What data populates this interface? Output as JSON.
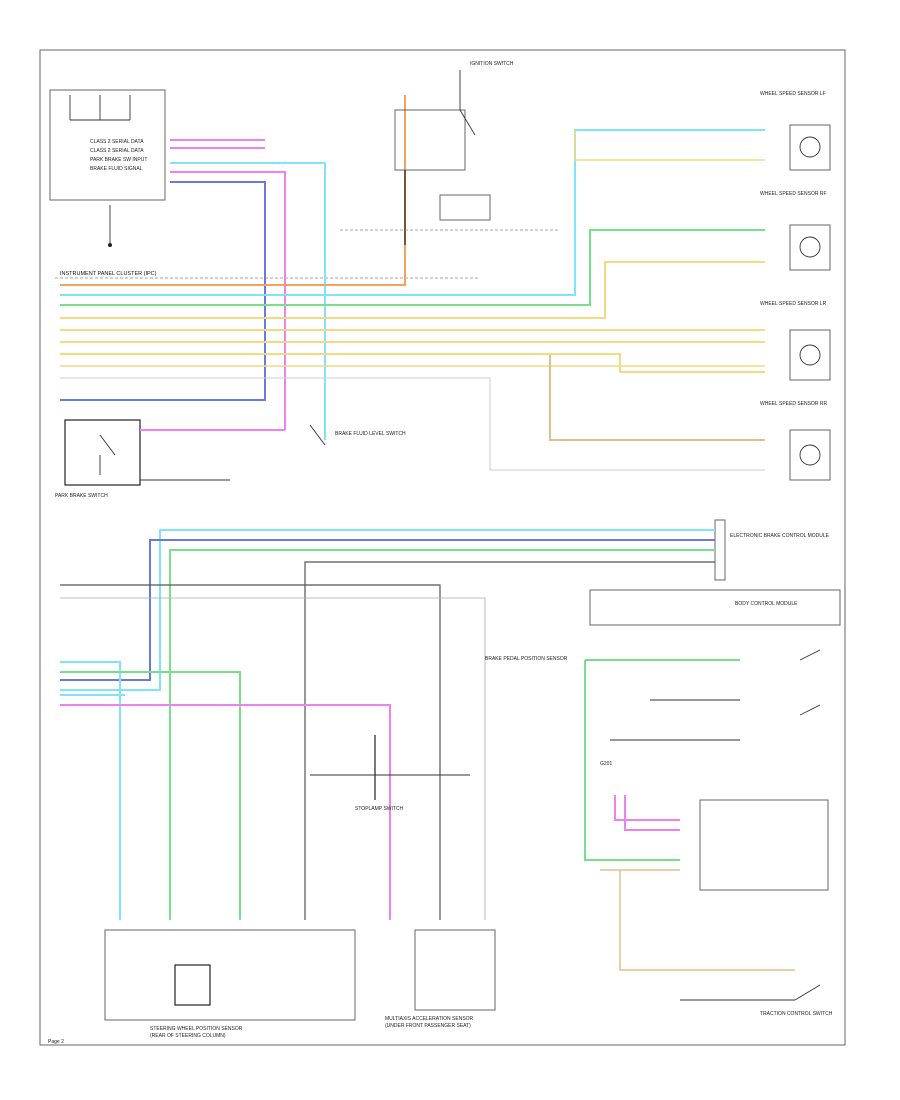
{
  "diagram": {
    "labels": {
      "cluster_header": "INSTRUMENT PANEL CLUSTER (IPC)",
      "class2_serial_hi": "CLASS 2 SERIAL DATA",
      "class2_serial_lo": "CLASS 2 SERIAL DATA",
      "park_brake_input": "PARK BRAKE SW INPUT",
      "brake_fluid_signal": "BRAKE FLUID SIGNAL",
      "park_brake_switch": "PARK BRAKE SWITCH",
      "brake_fluid_level": "BRAKE FLUID LEVEL SWITCH",
      "ws_lf": "WHEEL SPEED SENSOR LF",
      "ws_rf": "WHEEL SPEED SENSOR RF",
      "ws_lr": "WHEEL SPEED SENSOR LR",
      "ws_rr": "WHEEL SPEED SENSOR RR",
      "steering_wheel_sensor": "STEERING WHEEL POSITION SENSOR",
      "steering_wheel_sensor_sub": "(REAR OF STEERING COLUMN)",
      "yaw_sensor": "MULTIAXIS ACCELERATION SENSOR",
      "yaw_sensor_sub": "(UNDER FRONT PASSENGER SEAT)",
      "traction_switch": "TRACTION CONTROL SWITCH",
      "ebcm": "ELECTRONIC BRAKE CONTROL MODULE",
      "body_control": "BODY CONTROL MODULE",
      "stoplamp_switch": "STOPLAMP SWITCH",
      "brake_pedal_pos": "BRAKE PEDAL POSITION SENSOR",
      "ignition": "IGNITION SWITCH",
      "ground": "G201",
      "page_ref": "Page 2"
    },
    "wire_colors": {
      "orange": "#f7a25a",
      "cyan": "#7fe4f5",
      "green": "#78e08c",
      "yellow": "#f5d880",
      "tan": "#e0c08a",
      "pink": "#f080f0",
      "blue": "#6a78e0",
      "purple": "#9a7ae0",
      "gray": "#555555"
    }
  }
}
